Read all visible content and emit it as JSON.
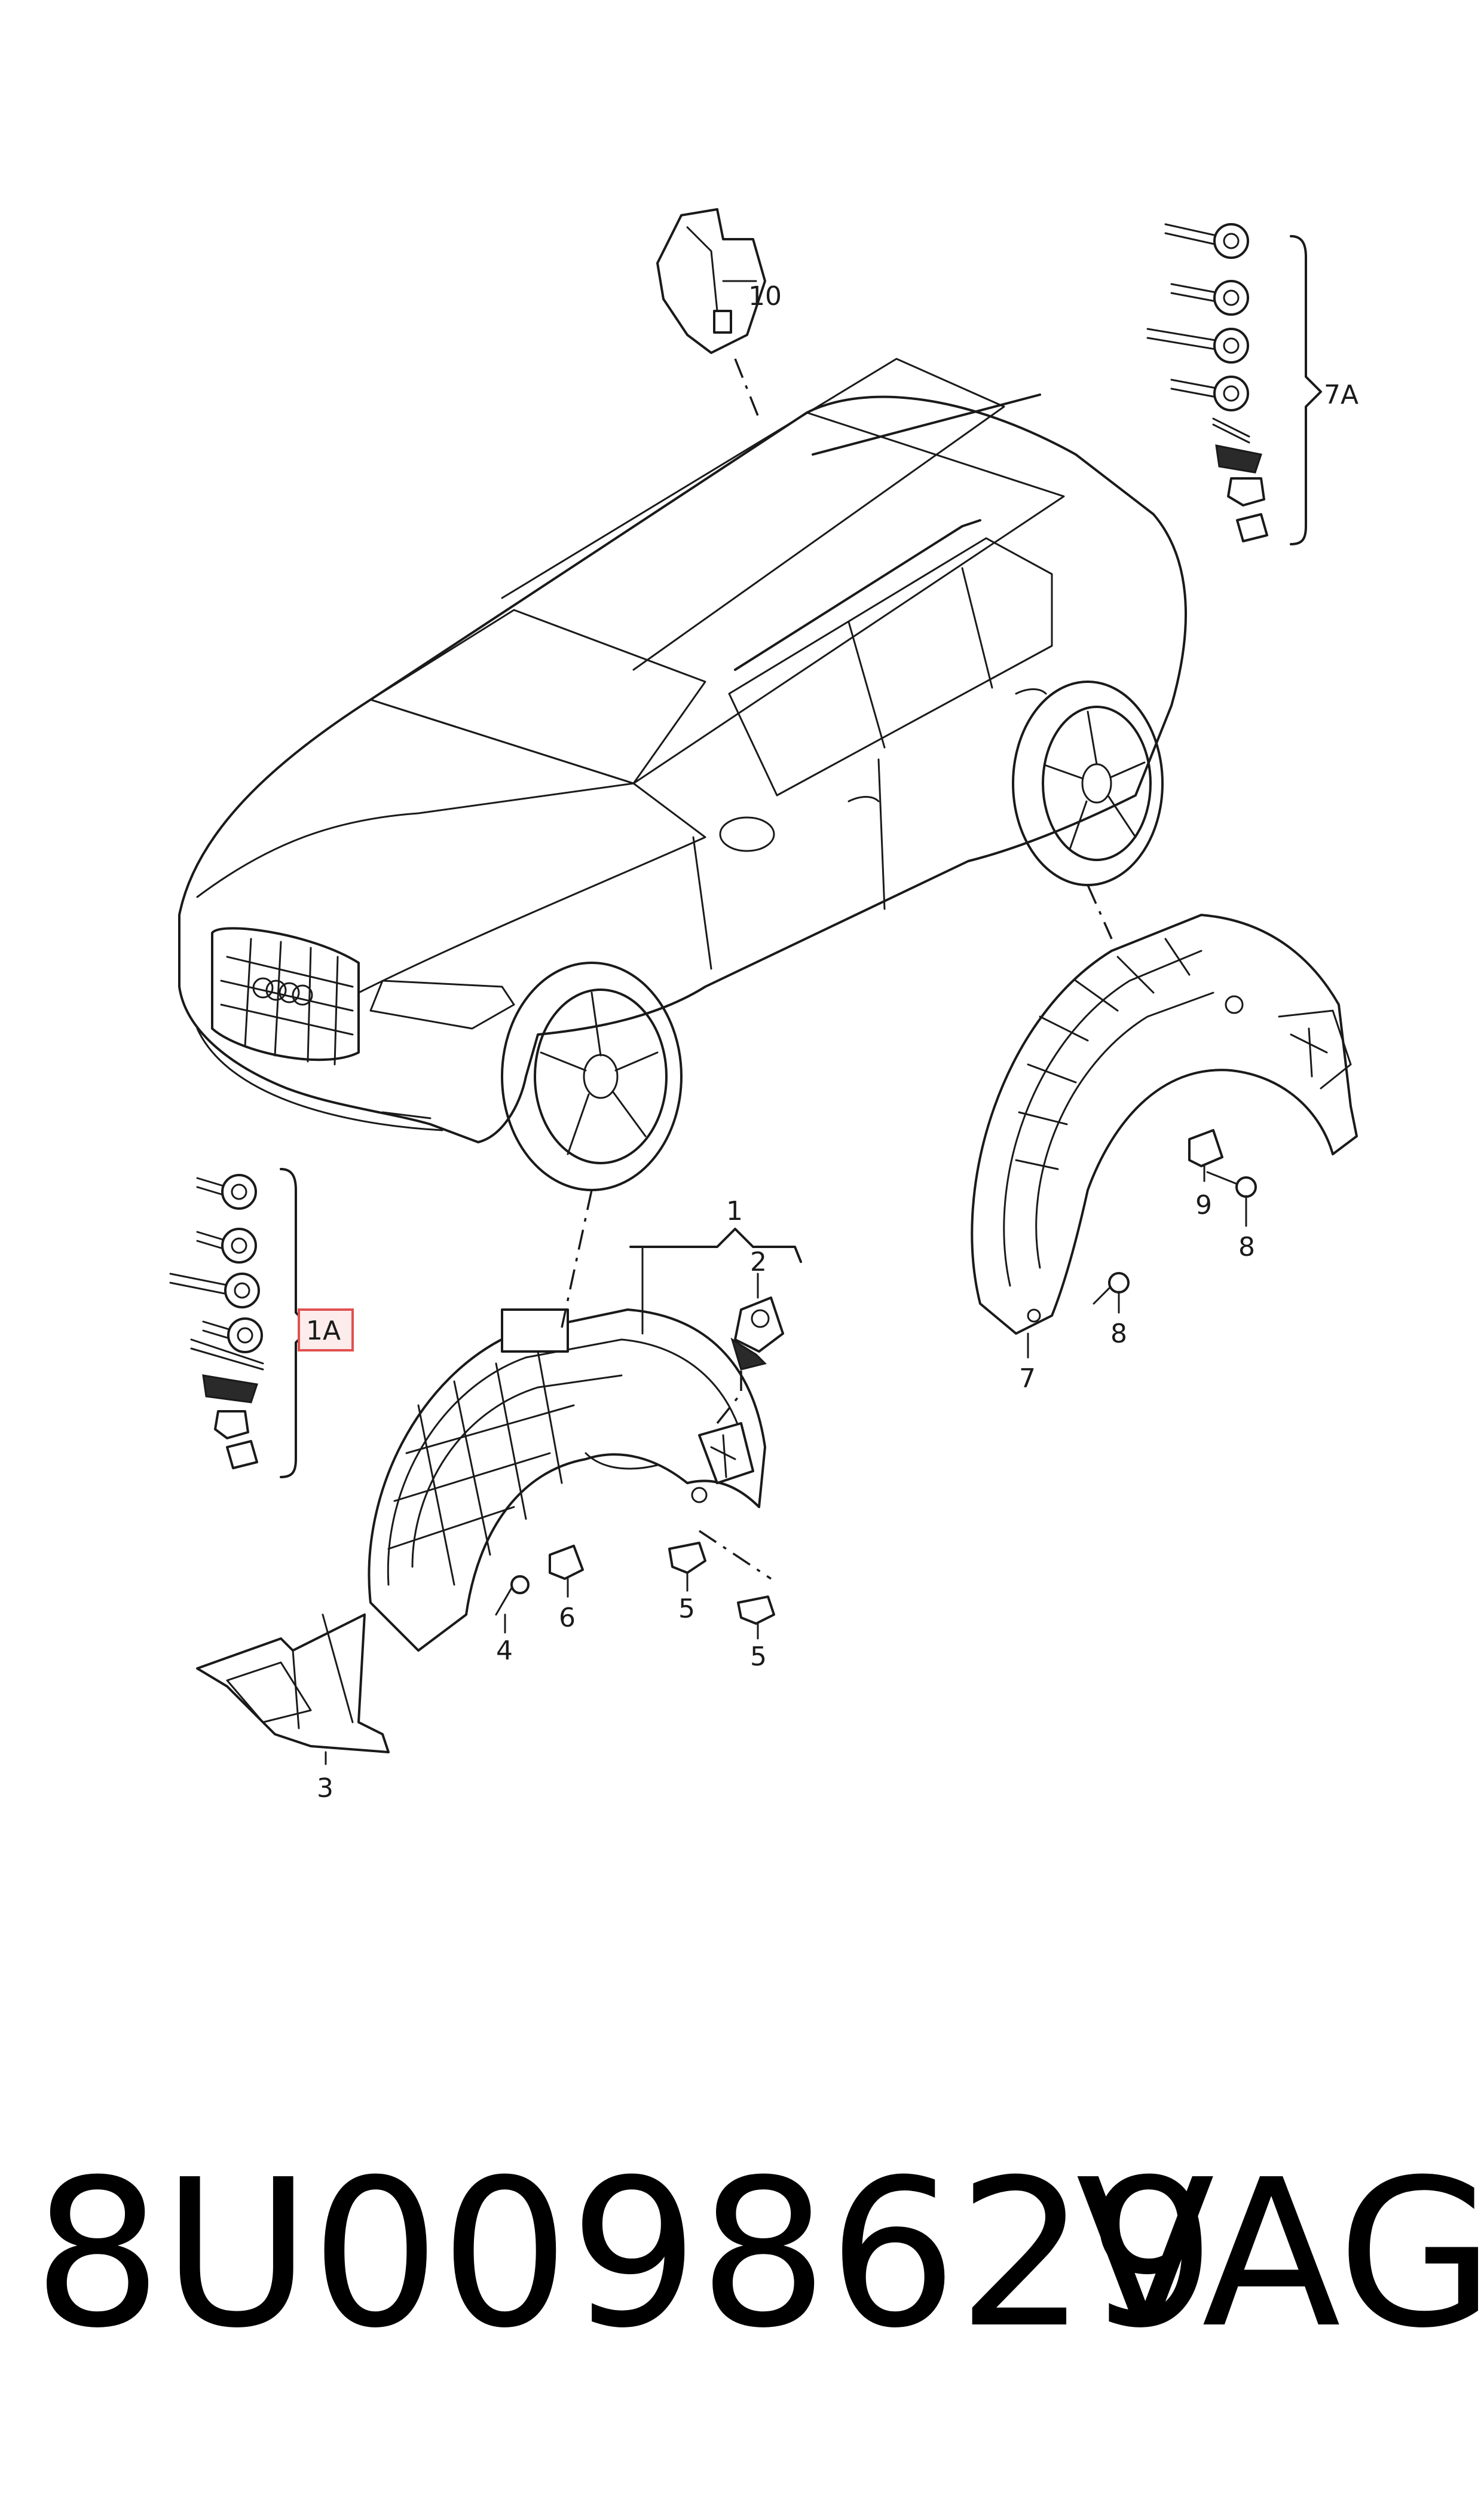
{
  "callouts": {
    "c1": "1",
    "c1A": "1A",
    "c2": "2",
    "c3": "3",
    "c4": "4",
    "c5a": "5",
    "c5b": "5",
    "c6": "6",
    "c7": "7",
    "c7A": "7A",
    "c8a": "8",
    "c8b": "8",
    "c9": "9",
    "c10": "10"
  },
  "footer": {
    "part_number": "8U0098629",
    "brand": "VAG"
  },
  "colors": {
    "line": "#1a1a1a",
    "highlight_box": "#e05050",
    "background": "#ffffff"
  }
}
